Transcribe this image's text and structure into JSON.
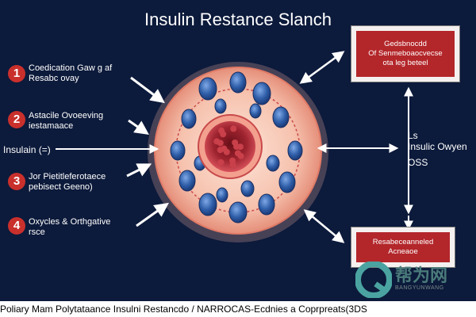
{
  "title": "Insulin Restance Slanch",
  "left_items": [
    {
      "number": "1",
      "lines": [
        "Coedication Gaw g  af",
        "Resabc ovay"
      ]
    },
    {
      "number": "2",
      "lines": [
        "Astacile Ovoeeving",
        "iestamaace"
      ]
    },
    {
      "number": "3",
      "lines": [
        "Jor Pietitleferotaece",
        "pebisect Geeno)"
      ]
    },
    {
      "number": "4",
      "lines": [
        "Oxycles & Orthgative",
        "rsce"
      ]
    }
  ],
  "insulin_label": "Insulain (=)",
  "right_top_box": [
    "Gedsbnocdd",
    "Of Senmeboaocvecse",
    "ota leg beteel"
  ],
  "right_text": [
    "Ls",
    "Insulic Owyen",
    "OSS"
  ],
  "right_bottom_box": [
    "Resabeceanneled",
    "Acneaoe"
  ],
  "watermark": {
    "cn": "帮为网",
    "en": "BANGYUNWANG"
  },
  "caption": "Poliary Mam Polytataance Insulni Restancdo / NARROCAS-Ecdnies a Coprpreats(3DS",
  "colors": {
    "background": "#0c1a3b",
    "accent_red": "#c9302c",
    "cell_outer": "#f6b9a6",
    "nucleus": "#8a1a24",
    "cell_blue": "#3b6fb8"
  }
}
